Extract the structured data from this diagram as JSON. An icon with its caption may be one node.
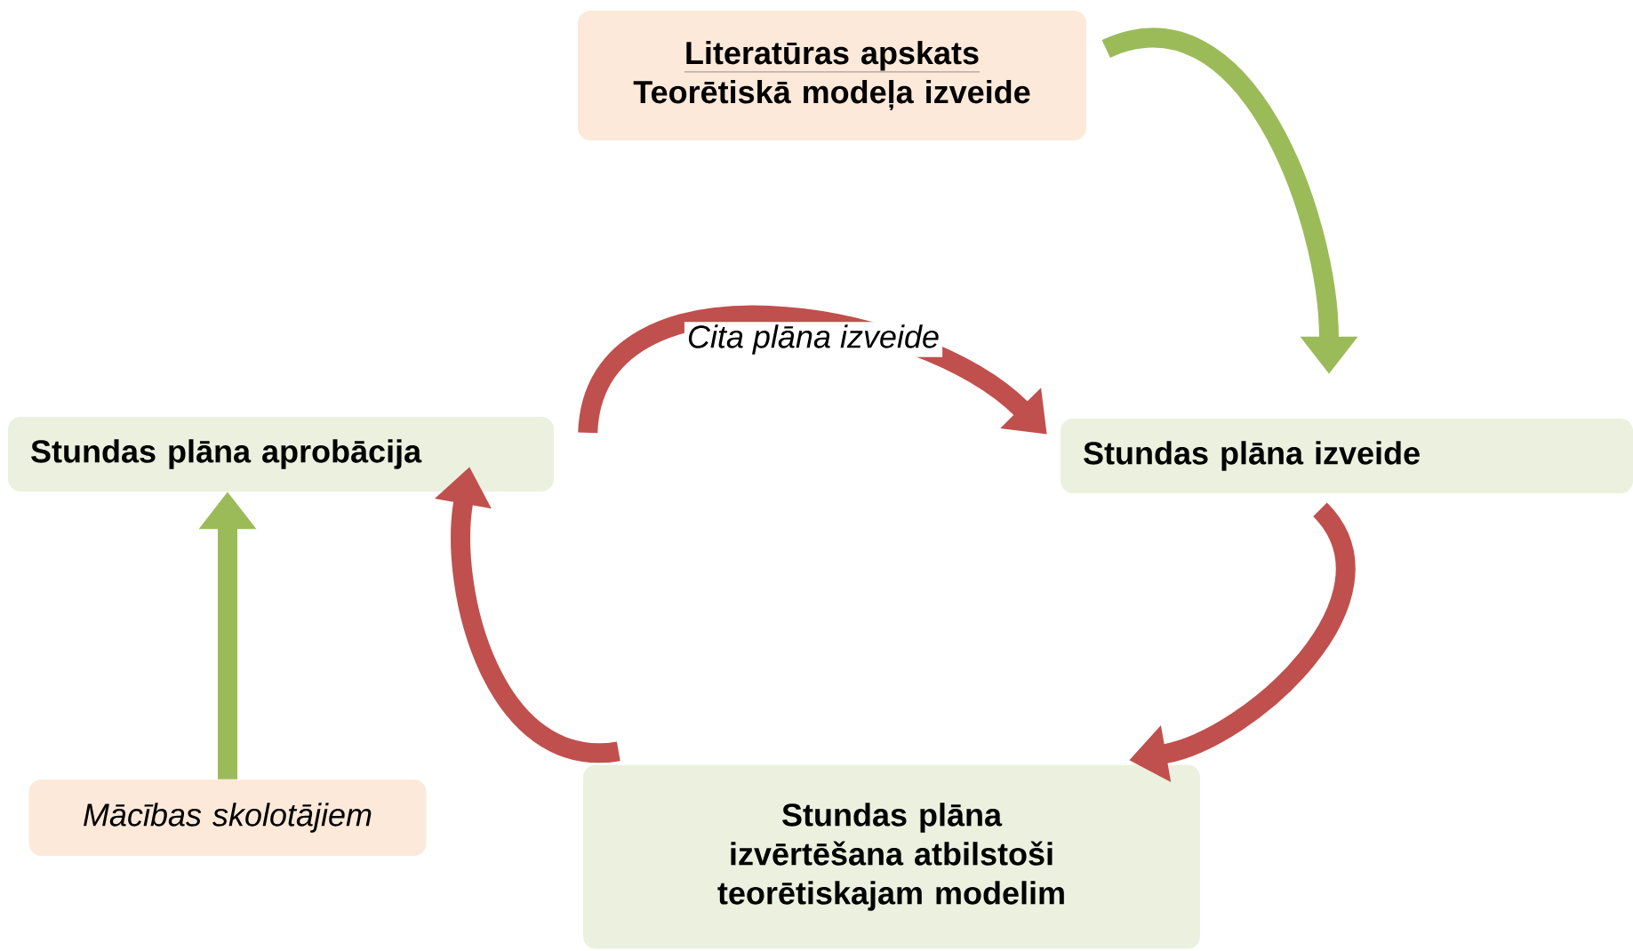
{
  "diagram": {
    "nodes": [
      {
        "text": [
          "Literatūras apskats",
          "Teorētiskā modeļa izveide"
        ]
      },
      {
        "text": [
          "Stundas plāna aprobācija"
        ]
      },
      {
        "text": [
          "Stundas plāna izveide"
        ]
      },
      {
        "text": [
          "Stundas plāna izvērtēšana atbilstoši teorētiskajam modelim"
        ]
      },
      {
        "text": [
          "Mācības skolotājiem"
        ]
      }
    ],
    "edges": [
      {
        "from": 0,
        "to": 2,
        "arrow": "to",
        "color": "#9bbb59"
      },
      {
        "from": 1,
        "to": 2,
        "arrow": "to",
        "label": "Cita plāna izveide"
      },
      {
        "from": 2,
        "to": 3,
        "arrow": "to"
      },
      {
        "from": 3,
        "to": 1,
        "arrow": "to"
      },
      {
        "from": 4,
        "to": 1,
        "arrow": "to",
        "color": "#9bbb59"
      }
    ]
  }
}
